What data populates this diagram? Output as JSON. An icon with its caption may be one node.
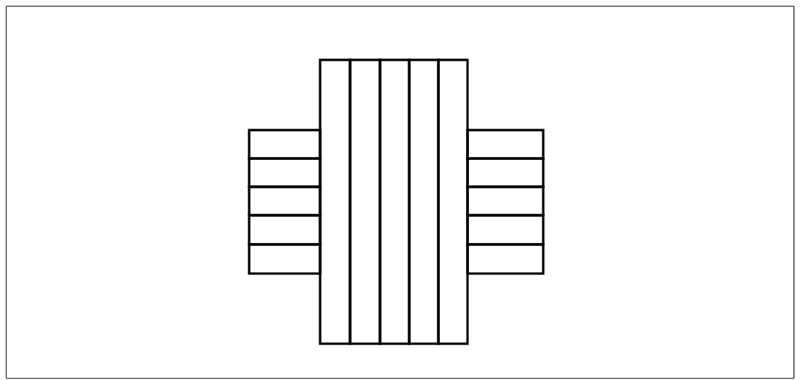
{
  "diagram": {
    "nodes": [
      {
        "text": [],
        "shape": "bar"
      },
      {
        "text": [],
        "shape": "bar"
      },
      {
        "text": [],
        "shape": "bar"
      },
      {
        "text": [],
        "shape": "bar"
      },
      {
        "text": [],
        "shape": "bar"
      },
      {
        "text": [],
        "shape": "bar"
      },
      {
        "text": [],
        "shape": "bar"
      },
      {
        "text": [],
        "shape": "bar"
      },
      {
        "text": [],
        "shape": "bar"
      },
      {
        "text": [],
        "shape": "bar"
      },
      {
        "text": [],
        "shape": "bar"
      },
      {
        "text": [],
        "shape": "bar"
      },
      {
        "text": [],
        "shape": "bar"
      },
      {
        "text": [],
        "shape": "bar"
      },
      {
        "text": [],
        "shape": "bar"
      }
    ]
  }
}
